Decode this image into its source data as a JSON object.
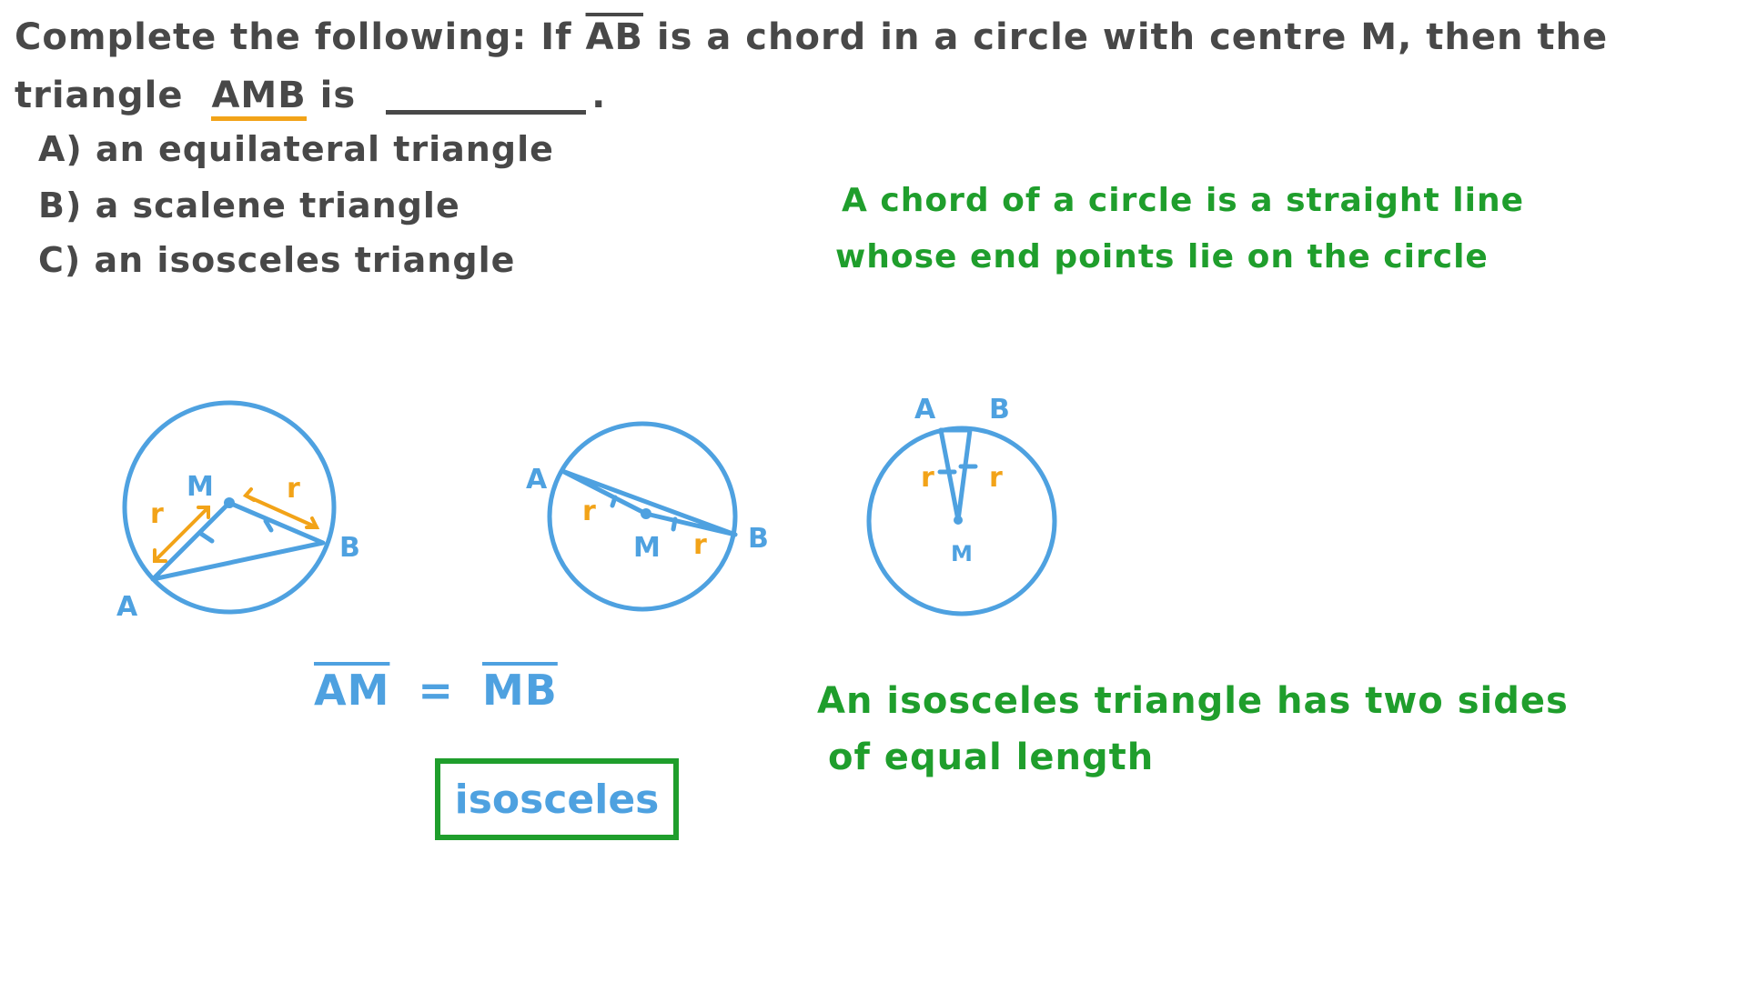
{
  "question": {
    "line1_prefix": "Complete the following: If",
    "chord": "AB",
    "line1_suffix": "is a chord in a circle with centre M, then the",
    "line2_prefix": "triangle",
    "triangle": "AMB",
    "line2_suffix": "is",
    "line2_end": "."
  },
  "options": [
    {
      "label": "A)",
      "text": "an equilateral triangle"
    },
    {
      "label": "B)",
      "text": "a scalene triangle"
    },
    {
      "label": "C)",
      "text": "an isosceles triangle"
    }
  ],
  "definitions": {
    "chord": [
      "A chord of a circle is a straight line",
      "whose end points lie on the circle"
    ],
    "isosceles": [
      "An isosceles triangle has two sides",
      "of equal length"
    ]
  },
  "diagrams": [
    {
      "labels": {
        "A": "A",
        "B": "B",
        "M": "M",
        "r1": "r",
        "r2": "r"
      }
    },
    {
      "labels": {
        "A": "A",
        "B": "B",
        "M": "M",
        "r1": "r",
        "r2": "r"
      }
    },
    {
      "labels": {
        "A": "A",
        "B": "B",
        "M": "M",
        "r1": "r",
        "r2": "r"
      }
    }
  ],
  "equation": {
    "left": "AM",
    "equals": "=",
    "right": "MB"
  },
  "answer": "isosceles",
  "colors": {
    "text": "#484848",
    "blue": "#4ea1e0",
    "green": "#1f9e2c",
    "orange": "#f2a318"
  }
}
